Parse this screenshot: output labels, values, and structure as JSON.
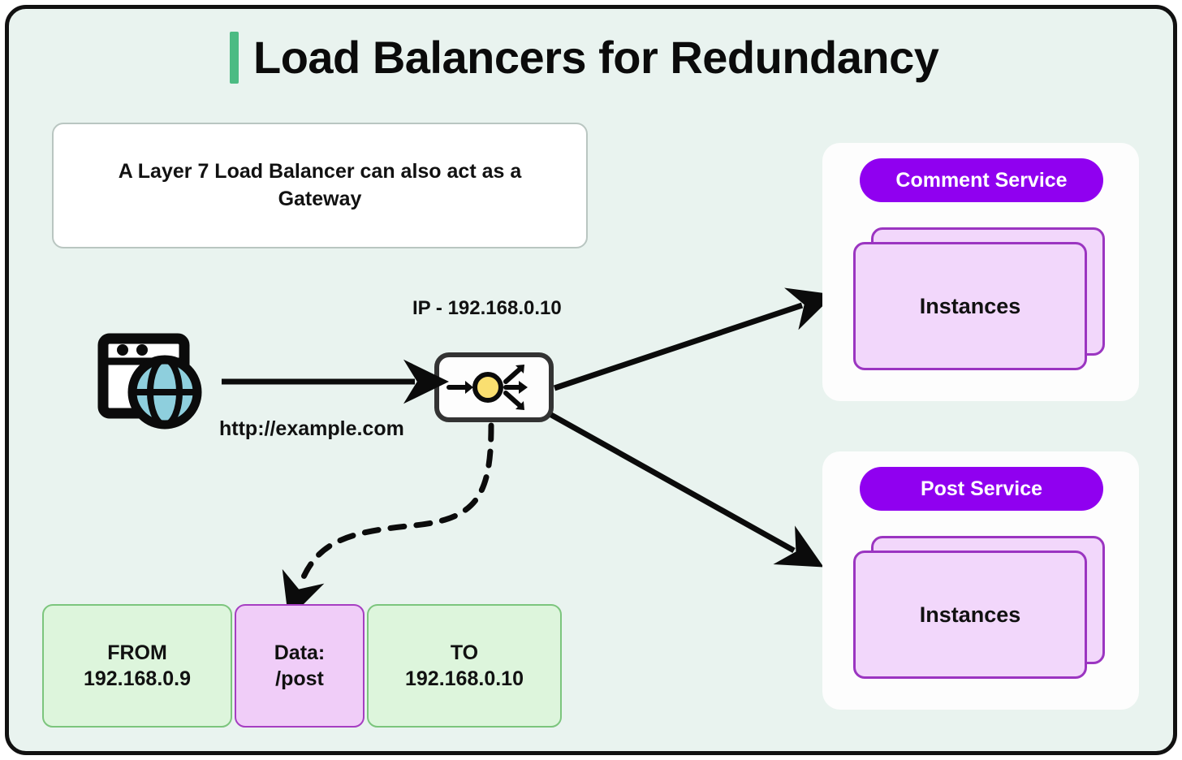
{
  "title": {
    "text": "Load Balancers for Redundancy",
    "accent_color": "#4cbb83"
  },
  "note": {
    "text": "A Layer 7 Load Balancer can also act as a Gateway"
  },
  "client": {
    "icon": "browser-globe-icon",
    "url_label": "http://example.com"
  },
  "load_balancer": {
    "ip_label": "IP - 192.168.0.10",
    "icon": "load-balancer-fanout-icon"
  },
  "packet": {
    "boxes": [
      {
        "line1": "FROM",
        "line2": "192.168.0.9",
        "color": "#ddf5dc",
        "border": "#7cc57d"
      },
      {
        "line1": "Data:",
        "line2": "/post",
        "color": "#f0cdf8",
        "border": "#a63ec2"
      },
      {
        "line1": "TO",
        "line2": "192.168.0.10",
        "color": "#ddf5dc",
        "border": "#7cc57d"
      }
    ]
  },
  "services": [
    {
      "name": "Comment Service",
      "badge_color": "#9000f0",
      "instances_label": "Instances",
      "instance_count": 2
    },
    {
      "name": "Post Service",
      "badge_color": "#9000f0",
      "instances_label": "Instances",
      "instance_count": 2
    }
  ],
  "colors": {
    "background": "#e9f3ef",
    "frame": "#111111",
    "arrow": "#111111",
    "instance_fill": "#f2d7fb",
    "instance_border": "#9b35c1",
    "lb_circle": "#fadf70",
    "globe": "#8ecfdd"
  }
}
